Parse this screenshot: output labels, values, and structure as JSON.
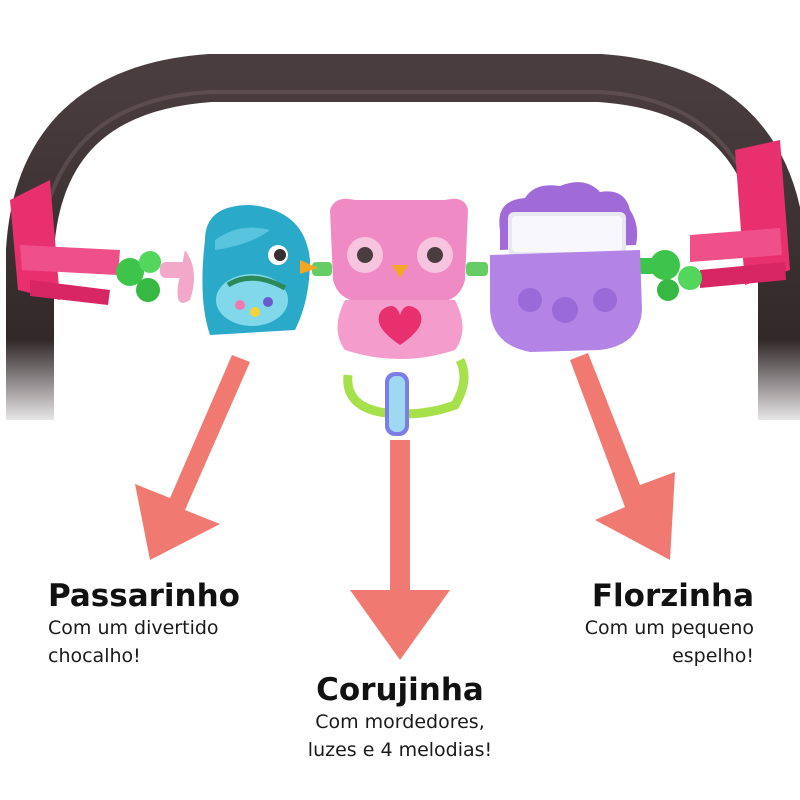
{
  "labels": {
    "bird": {
      "title": "Passarinho",
      "line1": "Com um divertido",
      "line2": "chocalho!"
    },
    "owl": {
      "title": "Corujinha",
      "line1": "Com mordedores,",
      "line2": "luzes e 4 melodias!"
    },
    "flower": {
      "title": "Florzinha",
      "line1": "Com um pequeno",
      "line2": "espelho!"
    }
  },
  "colors": {
    "arrow": "#f07a72",
    "handle": "#3a2f30",
    "strap": "#e8306f",
    "bird": "#2aa9c9",
    "owl": "#f08ac4",
    "flower": "#a06ad8",
    "clip": "#3ec44a"
  },
  "icons": [
    "handle-bar",
    "strap-clip",
    "bird-toy-icon",
    "owl-toy-icon",
    "flower-mirror-toy-icon",
    "arrow-down-icon"
  ]
}
